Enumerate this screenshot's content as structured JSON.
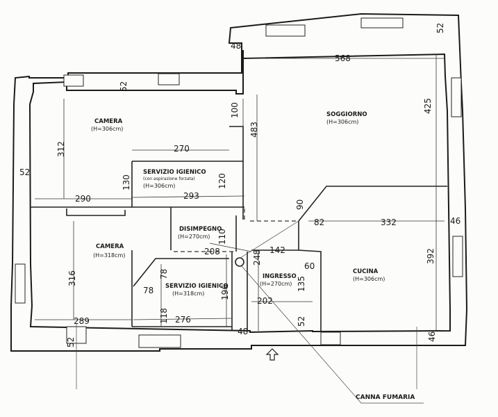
{
  "rooms": {
    "camera_top": {
      "name": "CAMERA",
      "height": "(H=306cm)"
    },
    "soggiorno": {
      "name": "SOGGIORNO",
      "height": "(H=306cm)"
    },
    "servizio_top": {
      "name": "SERVIZIO IGIENICO",
      "note": "(con aspirazione forzata)",
      "height": "(H=306cm)"
    },
    "disimpegno": {
      "name": "DISIMPEGNO",
      "height": "(H=270cm)"
    },
    "camera_bottom": {
      "name": "CAMERA",
      "height": "(H=318cm)"
    },
    "servizio_bottom": {
      "name": "SERVIZIO IGIENICO",
      "height": "(H=318cm)"
    },
    "ingresso": {
      "name": "INGRESSO",
      "height": "(H=270cm)"
    },
    "cucina": {
      "name": "CUCINA",
      "height": "(H=306cm)"
    }
  },
  "annotation": "CANNA FUMARIA",
  "dimensions": {
    "d568": "568",
    "d48a": "48",
    "d52a": "52",
    "d52b": "52",
    "d52c": "52",
    "d312": "312",
    "d100": "100",
    "d483": "483",
    "d425": "425",
    "d270": "270",
    "d130": "130",
    "d120": "120",
    "d290": "290",
    "d293": "293",
    "d90": "90",
    "d82": "82",
    "d332": "332",
    "d46a": "46",
    "d110": "110",
    "d208": "208",
    "d142": "142",
    "d248": "248",
    "d316": "316",
    "d78a": "78",
    "d78b": "78",
    "d196": "196",
    "d60": "60",
    "d135": "135",
    "d392": "392",
    "d202": "202",
    "d289": "289",
    "d118": "118",
    "d276": "276",
    "d52d": "52",
    "d48b": "48",
    "d52e": "52",
    "d46b": "46"
  }
}
